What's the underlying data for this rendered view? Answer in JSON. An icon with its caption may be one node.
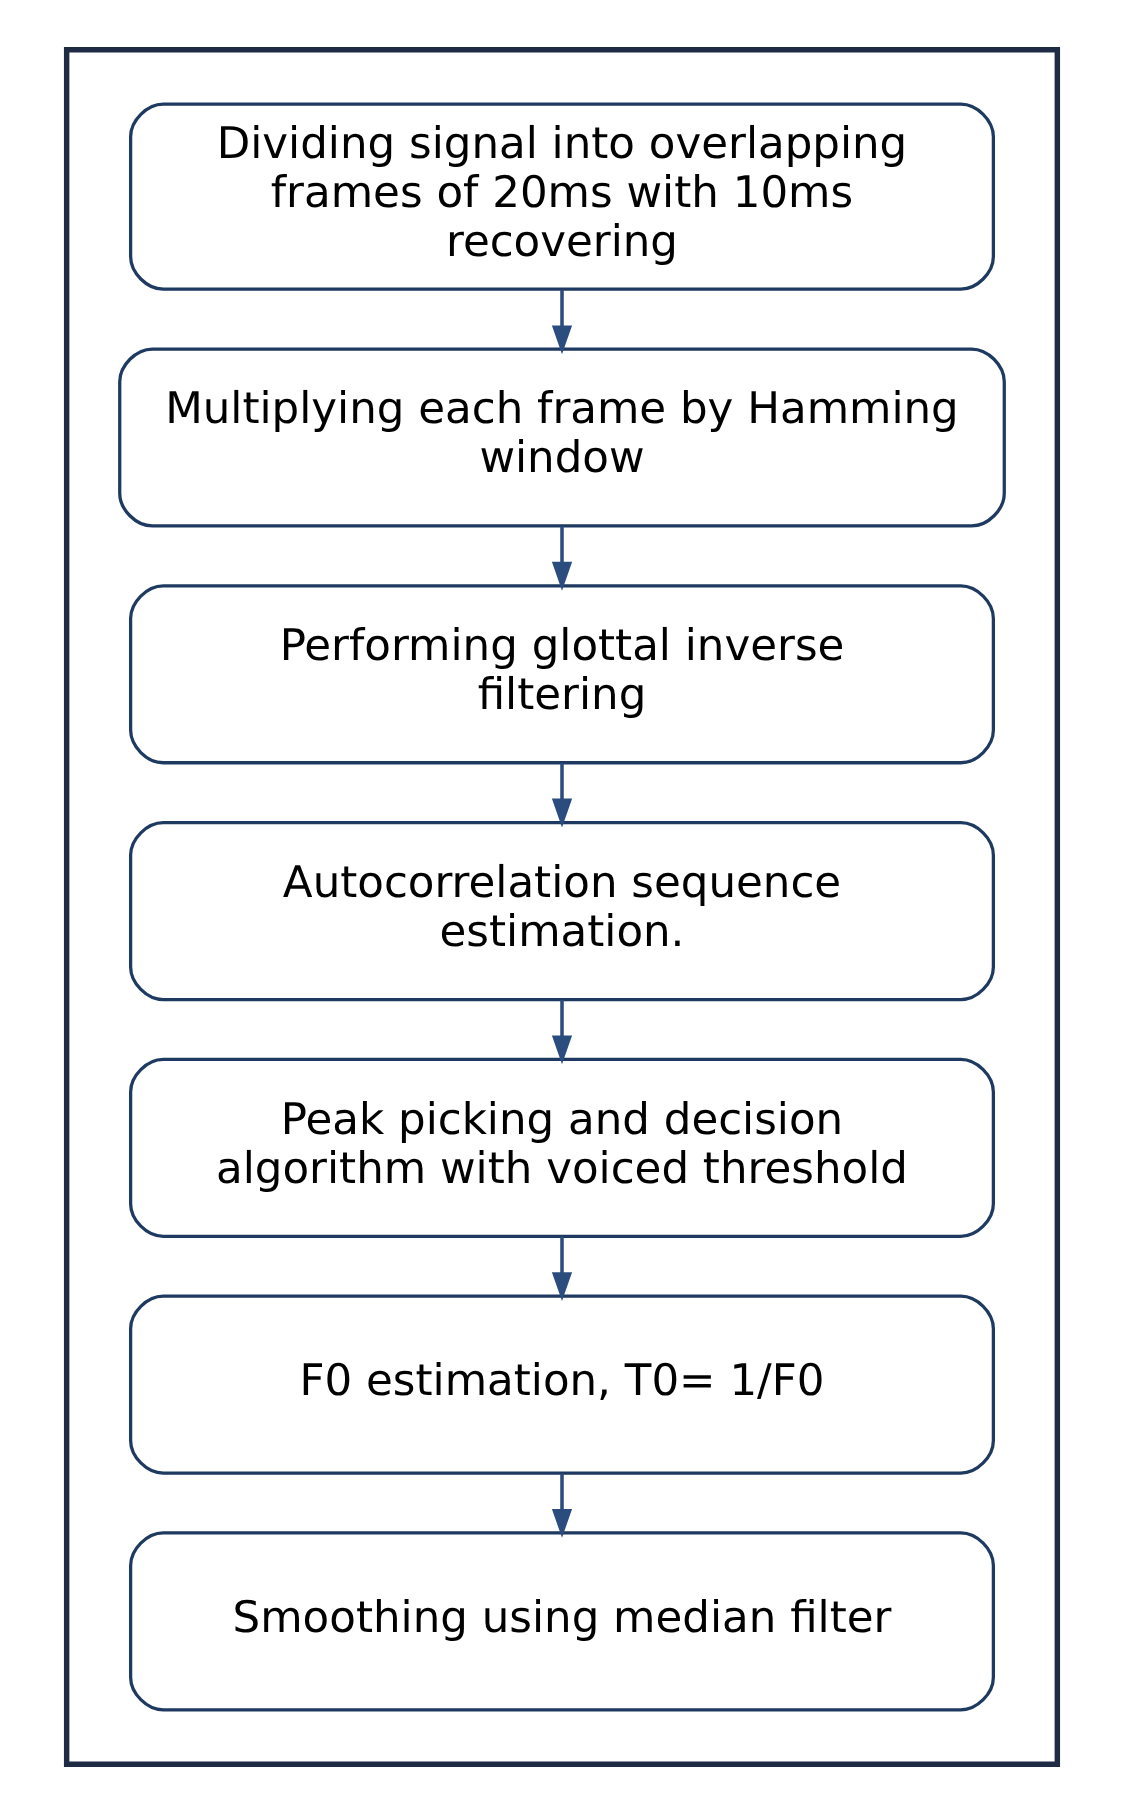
{
  "diagram": {
    "nodes": [
      {
        "text": [],
        "shape": "box"
      },
      {
        "text": [
          "Dividing signal into overlapping frames of 20ms with 10ms recovering"
        ],
        "in": 0
      },
      {
        "text": [
          "Multiplying each frame by Hamming window"
        ],
        "in": 0
      },
      {
        "text": [
          "Performing glottal inverse filtering"
        ],
        "in": 0
      },
      {
        "text": [
          "Autocorrelation sequence estimation."
        ],
        "in": 0
      },
      {
        "text": [
          "Peak picking and decision algorithm with voiced threshold"
        ],
        "in": 0
      },
      {
        "text": [
          "F0 estimation, T0= 1/F0"
        ],
        "in": 0
      },
      {
        "text": [
          "Smoothing using median filter"
        ],
        "in": 0
      }
    ],
    "edges": [
      {
        "from": 1,
        "to": 2,
        "arrow": "to"
      },
      {
        "from": 2,
        "to": 3,
        "arrow": "to"
      },
      {
        "from": 3,
        "to": 4,
        "arrow": "to"
      },
      {
        "from": 4,
        "to": 5,
        "arrow": "to"
      },
      {
        "from": 5,
        "to": 6,
        "arrow": "to"
      },
      {
        "from": 6,
        "to": 7,
        "arrow": "to"
      }
    ]
  }
}
